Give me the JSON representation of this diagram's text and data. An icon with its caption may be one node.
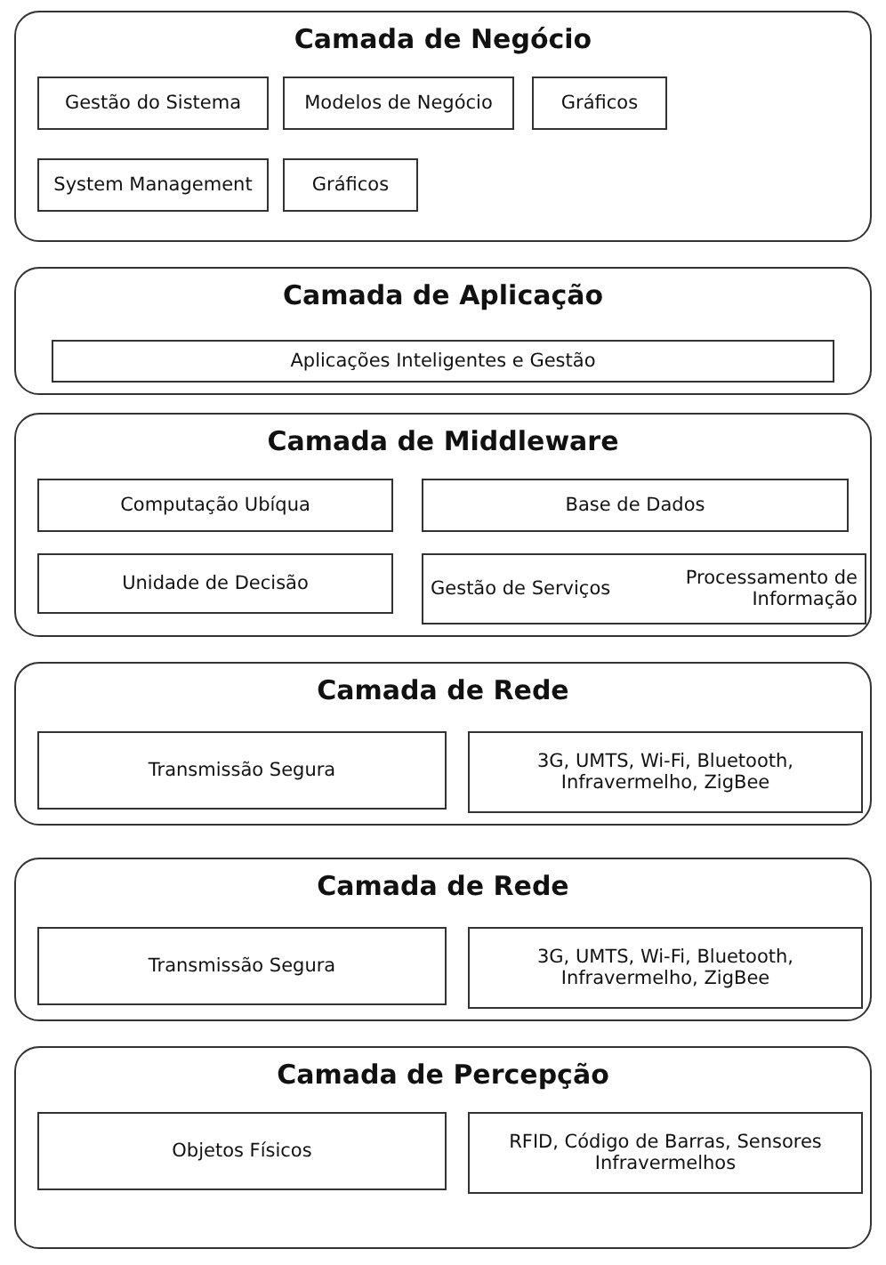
{
  "diagram": {
    "nodes": [
      {
        "text": [
          "Camada de Negócio"
        ]
      },
      {
        "text": [
          "Gestão do Sistema"
        ],
        "in": 0
      },
      {
        "text": [
          "Modelos de Negócio"
        ],
        "in": 0
      },
      {
        "text": [
          "Gráficos"
        ],
        "in": 0
      },
      {
        "text": [
          "System Management"
        ],
        "in": 0
      },
      {
        "text": [
          "Gráficos"
        ],
        "in": 0
      },
      {
        "text": [
          "Camada de Aplicação"
        ]
      },
      {
        "text": [
          "Aplicações Inteligentes e Gestão"
        ],
        "in": 6
      },
      {
        "text": [
          "Camada de Middleware"
        ]
      },
      {
        "text": [
          "Computação Ubíqua"
        ],
        "in": 8
      },
      {
        "text": [
          "Base de Dados"
        ],
        "in": 8
      },
      {
        "text": [
          "Unidade de Decisão"
        ],
        "in": 8
      },
      {
        "text": [
          "Gestão de Serviços",
          "Processamento de Informação"
        ],
        "in": 8
      },
      {
        "text": [
          "Camada de Rede"
        ]
      },
      {
        "text": [
          "Transmissão Segura"
        ],
        "in": 13
      },
      {
        "text": [
          "3G, UMTS, Wi-Fi, Bluetooth, Infravermelho, ZigBee"
        ],
        "in": 13
      },
      {
        "text": [
          "Camada de Rede"
        ]
      },
      {
        "text": [
          "Transmissão Segura"
        ],
        "in": 16
      },
      {
        "text": [
          "3G, UMTS, Wi-Fi, Bluetooth, Infravermelho, ZigBee"
        ],
        "in": 16
      },
      {
        "text": [
          "Camada de Percepção"
        ]
      },
      {
        "text": [
          "Objetos Físicos"
        ],
        "in": 19
      },
      {
        "text": [
          "RFID, Código de Barras, Sensores Infravermelhos"
        ],
        "in": 19
      }
    ],
    "edges": []
  }
}
